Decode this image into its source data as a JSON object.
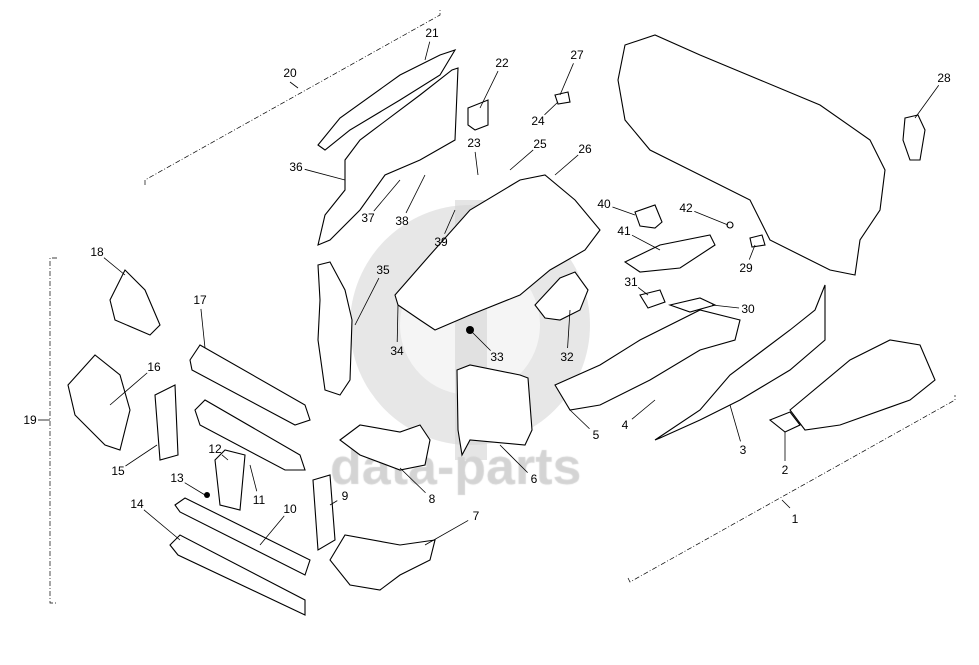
{
  "diagram": {
    "watermark_text": "data-parts",
    "callouts": [
      "1",
      "2",
      "3",
      "4",
      "5",
      "6",
      "7",
      "8",
      "9",
      "10",
      "11",
      "12",
      "13",
      "14",
      "15",
      "16",
      "17",
      "18",
      "19",
      "20",
      "21",
      "22",
      "23",
      "24",
      "25",
      "26",
      "27",
      "28",
      "29",
      "30",
      "31",
      "32",
      "33",
      "34",
      "35",
      "36",
      "37",
      "38",
      "39",
      "40",
      "41",
      "42"
    ],
    "colors": {
      "line": "#000000",
      "watermark": "#d4d4d4",
      "background": "#ffffff"
    }
  }
}
